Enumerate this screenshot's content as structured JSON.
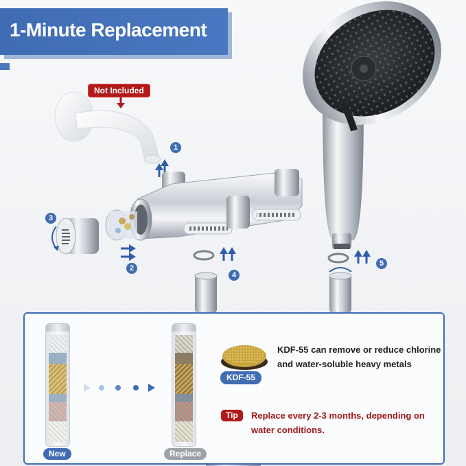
{
  "title": "1-Minute Replacement",
  "not_included_label": "Not Included",
  "steps": [
    "1",
    "2",
    "3",
    "4",
    "5"
  ],
  "cartridges": {
    "new_label": "New",
    "replace_label": "Replace"
  },
  "kdf": {
    "label": "KDF-55",
    "description": "KDF-55 can remove or reduce chlorine and water-soluble heavy metals"
  },
  "tip": {
    "label": "Tip",
    "text": "Replace every 2-3 months, depending on water conditions."
  },
  "colors": {
    "brand_blue": "#3f6cb3",
    "warning_red": "#b01a1a",
    "card_border": "#3f6cb3"
  }
}
